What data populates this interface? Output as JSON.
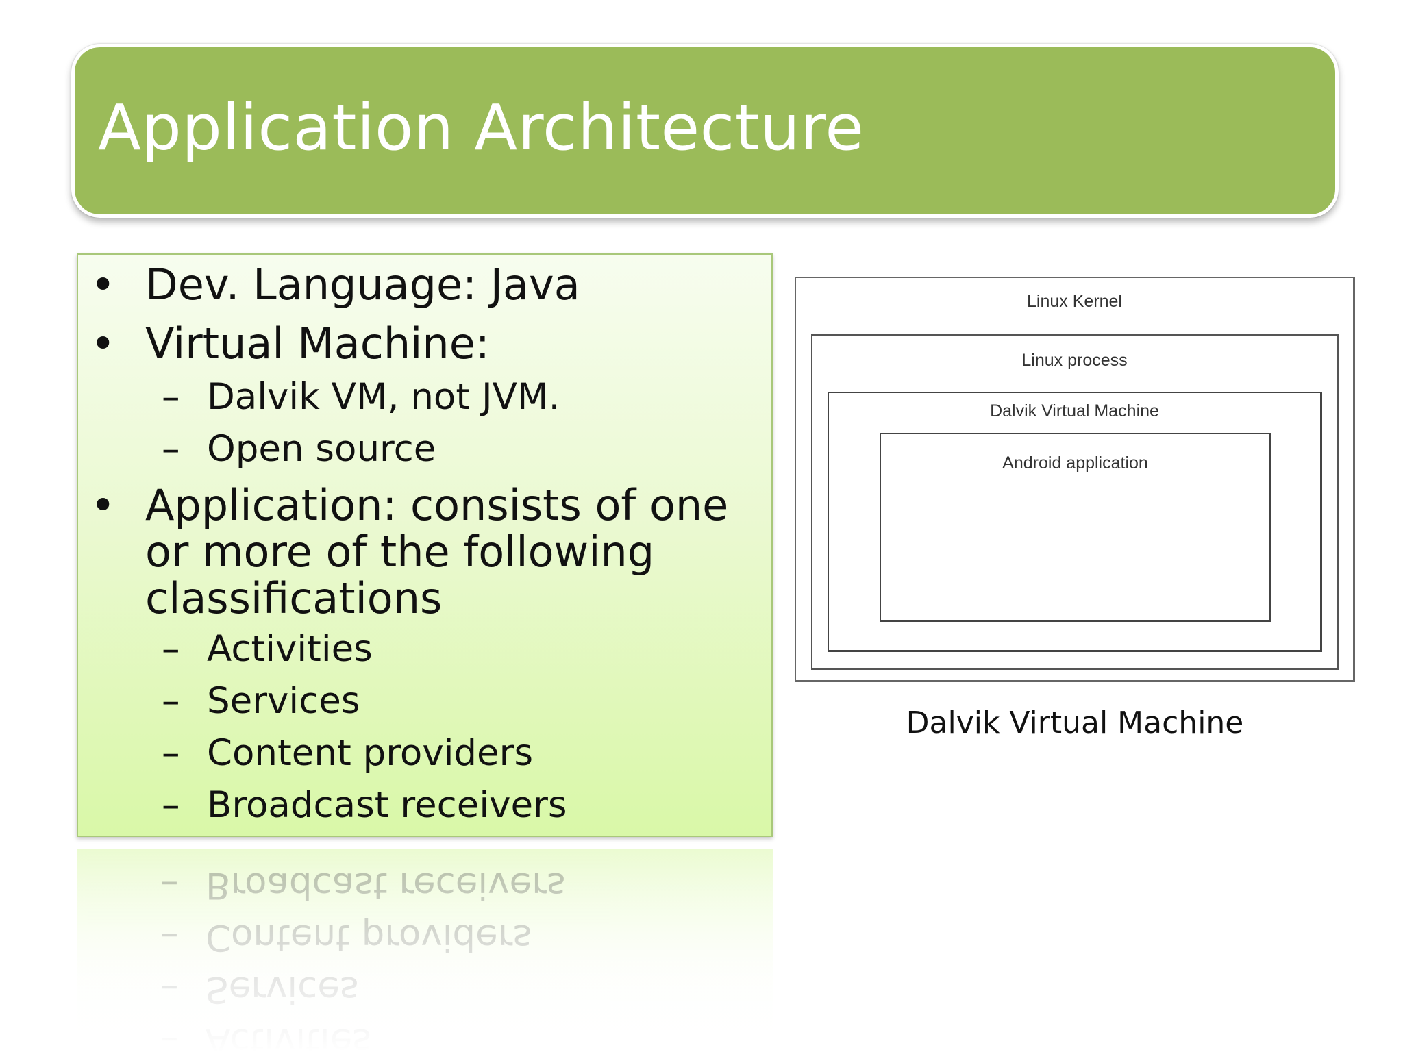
{
  "slide": {
    "title": "Application Architecture",
    "bullets": [
      {
        "text": "Dev. Language: Java",
        "marker": "•"
      },
      {
        "text": "Virtual Machine:",
        "marker": "•",
        "sub": [
          "Dalvik VM, not JVM.",
          "Open source"
        ]
      },
      {
        "text": "Application: consists of one or more of the following classifications",
        "marker": "•",
        "sub": [
          "Activities",
          "Services",
          "Content providers",
          "Broadcast receivers"
        ]
      }
    ],
    "sub_marker": "–",
    "diagram": {
      "layers": [
        "Linux Kernel",
        "Linux process",
        "Dalvik Virtual Machine",
        "Android application"
      ],
      "caption": "Dalvik Virtual Machine"
    }
  },
  "colors": {
    "title_bar": "#9bbb59",
    "title_text": "#ffffff",
    "content_gradient_top": "#f7fdef",
    "content_gradient_bottom": "#d9f8a8",
    "content_border": "#a9c87a"
  }
}
